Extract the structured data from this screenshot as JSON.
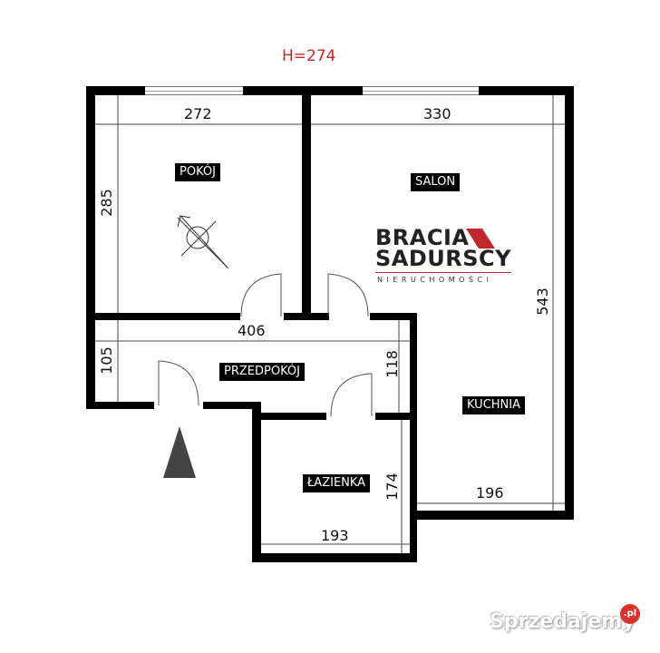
{
  "floorplan": {
    "ceiling_height": "H=274",
    "rooms": [
      {
        "name": "POKÓJ",
        "width": "272",
        "length": "285"
      },
      {
        "name": "SALON",
        "width": "330",
        "length": "543"
      },
      {
        "name": "PRZEDPOKÓJ",
        "width": "406",
        "length": "105",
        "length2": "118"
      },
      {
        "name": "KUCHNIA",
        "width": "196"
      },
      {
        "name": "ŁAZIENKA",
        "width": "193",
        "length": "174"
      }
    ],
    "symbols": {
      "compass": "north-arrow-icon",
      "entrance": "entrance-arrow-icon"
    }
  },
  "branding": {
    "logo_line1": "BRACIA",
    "logo_line2": "SADURSCY",
    "logo_sub": "NIERUCHOMOŚCI",
    "accent_color": "#c0282d"
  },
  "watermark": {
    "text": "Sprzedajemy",
    "badge": ".pl",
    "badge_color": "#d9322a"
  }
}
